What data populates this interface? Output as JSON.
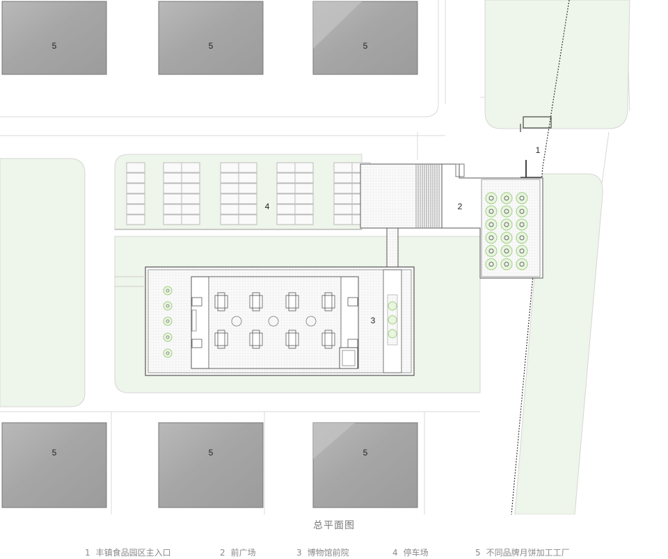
{
  "plan": {
    "block_label": "5",
    "labels": {
      "1": "1",
      "2": "2",
      "3": "3",
      "4": "4"
    }
  },
  "title": "总平面图",
  "legend": [
    {
      "num": "1",
      "text": "丰镇食品园区主入口"
    },
    {
      "num": "2",
      "text": "前广场"
    },
    {
      "num": "3",
      "text": "博物馆前院"
    },
    {
      "num": "4",
      "text": "停车场"
    },
    {
      "num": "5",
      "text": "不同品牌月饼加工工厂"
    }
  ],
  "colors": {
    "block_fill": "#a9a9a9",
    "green_area": "#eef5ea",
    "road_line": "#d0d0d0",
    "tree": "#9fd080"
  }
}
